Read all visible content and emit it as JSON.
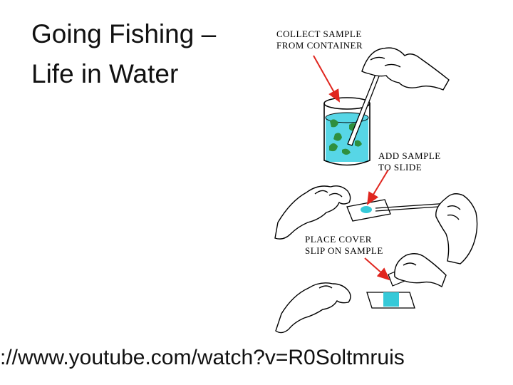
{
  "slide": {
    "title_line1": "Going Fishing –",
    "title_line2": "Life in Water",
    "url": "://www.youtube.com/watch?v=R0Soltmruis"
  },
  "steps": [
    {
      "line1": "COLLECT SAMPLE",
      "line2": "FROM CONTAINER"
    },
    {
      "line1": "ADD SAMPLE",
      "line2": "TO SLIDE"
    },
    {
      "line1": "PLACE COVER",
      "line2": "SLIP ON SAMPLE"
    }
  ],
  "colors": {
    "water": "#57d6e6",
    "algae": "#2f8f3e",
    "arrow": "#e0261f",
    "slide_drop": "#36c9d8"
  }
}
